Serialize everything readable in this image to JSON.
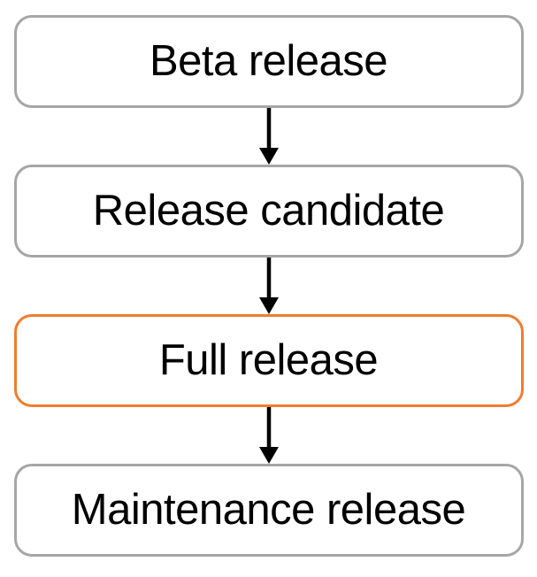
{
  "diagram": {
    "type": "flowchart-vertical",
    "nodes": [
      {
        "label": "Beta release",
        "highlight": false
      },
      {
        "label": "Release candidate",
        "highlight": false
      },
      {
        "label": "Full release",
        "highlight": true
      },
      {
        "label": "Maintenance release",
        "highlight": false
      }
    ],
    "connector_icon": "down-arrow-icon",
    "colors": {
      "default_border": "#a6a6a6",
      "highlight_border": "#ed7d31",
      "arrow": "#000000",
      "text": "#000000",
      "background": "#ffffff"
    }
  }
}
